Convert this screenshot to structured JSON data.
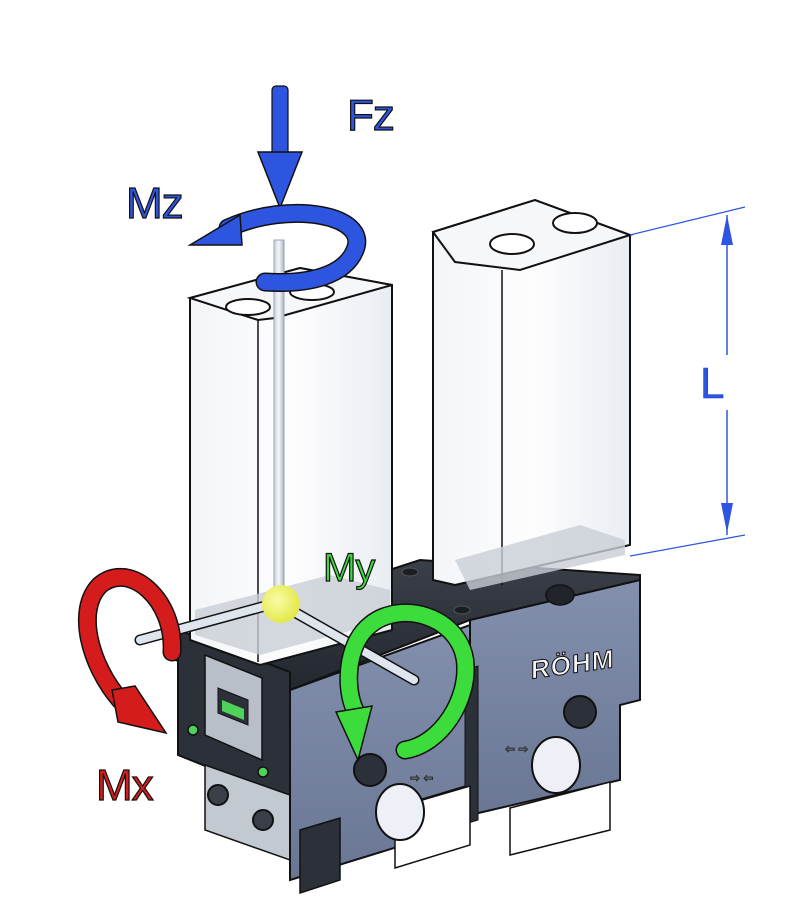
{
  "diagram": {
    "subject": "Gripper with jaw fingers and load directions",
    "labels": {
      "fz": "Fz",
      "mz": "Mz",
      "my": "My",
      "mx": "Mx",
      "length": "L"
    },
    "brand": "RÖHM",
    "colors": {
      "fz_mz": "#2d55e0",
      "my": "#3ddc3d",
      "mx": "#d41c1c",
      "dimension": "#2d55e0",
      "body": "#6f7d9a",
      "body_dark": "#2f343c",
      "finger": "#eef1f5",
      "load_point": "#eef060"
    }
  }
}
